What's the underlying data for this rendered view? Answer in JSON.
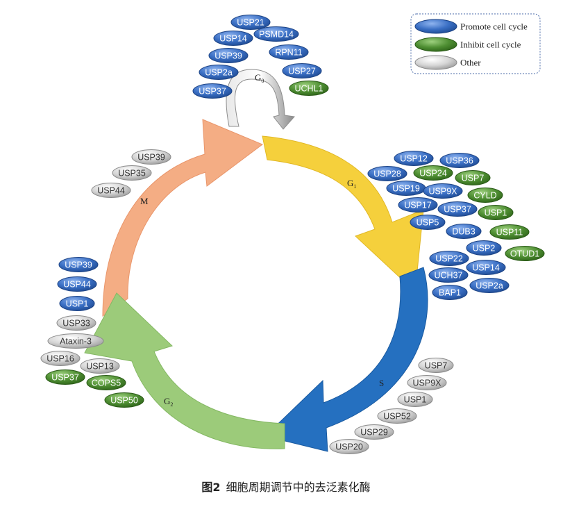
{
  "legend": [
    {
      "label": "Promote cell cycle",
      "color": "#3a6fc4"
    },
    {
      "label": "Inhibit cell cycle",
      "color": "#4f8f33"
    },
    {
      "label": "Other",
      "color": "#c8c8c8"
    }
  ],
  "colors": {
    "promote": "#3a6fc4",
    "inhibit": "#4f8f33",
    "other": "#c8c8c8",
    "arrow_g1": "#f5d03c",
    "arrow_s": "#2570c0",
    "arrow_g2": "#9ccb7a",
    "arrow_m": "#f4ad84",
    "arrow_g0": "#a0a0a0"
  },
  "phases": {
    "g0": {
      "main": "G",
      "sub": "0"
    },
    "g1": {
      "main": "G",
      "sub": "1"
    },
    "s": {
      "main": "S",
      "sub": ""
    },
    "g2": {
      "main": "G",
      "sub": "2"
    },
    "m": {
      "main": "M",
      "sub": ""
    }
  },
  "enzymes": {
    "g0": [
      {
        "label": "USP21",
        "type": "promote"
      },
      {
        "label": "USP14",
        "type": "promote"
      },
      {
        "label": "PSMD14",
        "type": "promote"
      },
      {
        "label": "USP39",
        "type": "promote"
      },
      {
        "label": "RPN11",
        "type": "promote"
      },
      {
        "label": "USP2a",
        "type": "promote"
      },
      {
        "label": "USP27",
        "type": "promote"
      },
      {
        "label": "USP37",
        "type": "promote"
      },
      {
        "label": "UCHL1",
        "type": "inhibit"
      }
    ],
    "g1": [
      {
        "label": "USP12",
        "type": "promote"
      },
      {
        "label": "USP36",
        "type": "promote"
      },
      {
        "label": "USP28",
        "type": "promote"
      },
      {
        "label": "USP24",
        "type": "inhibit"
      },
      {
        "label": "USP7",
        "type": "inhibit"
      },
      {
        "label": "USP19",
        "type": "promote"
      },
      {
        "label": "USP9X",
        "type": "promote"
      },
      {
        "label": "CYLD",
        "type": "inhibit"
      },
      {
        "label": "USP17",
        "type": "promote"
      },
      {
        "label": "USP37",
        "type": "promote"
      },
      {
        "label": "USP1",
        "type": "inhibit"
      },
      {
        "label": "USP5",
        "type": "promote"
      },
      {
        "label": "DUB3",
        "type": "promote"
      },
      {
        "label": "USP11",
        "type": "inhibit"
      },
      {
        "label": "USP2",
        "type": "promote"
      },
      {
        "label": "OTUD1",
        "type": "inhibit"
      },
      {
        "label": "USP22",
        "type": "promote"
      },
      {
        "label": "USP14",
        "type": "promote"
      },
      {
        "label": "UCH37",
        "type": "promote"
      },
      {
        "label": "USP2a",
        "type": "promote"
      },
      {
        "label": "BAP1",
        "type": "promote"
      }
    ],
    "s": [
      {
        "label": "USP7",
        "type": "other"
      },
      {
        "label": "USP9X",
        "type": "other"
      },
      {
        "label": "USP1",
        "type": "other"
      },
      {
        "label": "USP52",
        "type": "other"
      },
      {
        "label": "USP29",
        "type": "other"
      },
      {
        "label": "USP20",
        "type": "other"
      }
    ],
    "m": [
      {
        "label": "USP39",
        "type": "other"
      },
      {
        "label": "USP35",
        "type": "other"
      },
      {
        "label": "USP44",
        "type": "other"
      }
    ],
    "g2m": [
      {
        "label": "USP39",
        "type": "promote"
      },
      {
        "label": "USP44",
        "type": "promote"
      },
      {
        "label": "USP1",
        "type": "promote"
      },
      {
        "label": "USP33",
        "type": "other"
      },
      {
        "label": "Ataxin-3",
        "type": "other"
      },
      {
        "label": "USP16",
        "type": "other"
      },
      {
        "label": "USP13",
        "type": "other"
      },
      {
        "label": "USP37",
        "type": "inhibit"
      },
      {
        "label": "COPS5",
        "type": "inhibit"
      },
      {
        "label": "USP50",
        "type": "inhibit"
      }
    ]
  },
  "caption": {
    "fig_no": "图2",
    "title": "细胞周期调节中的去泛素化酶"
  }
}
